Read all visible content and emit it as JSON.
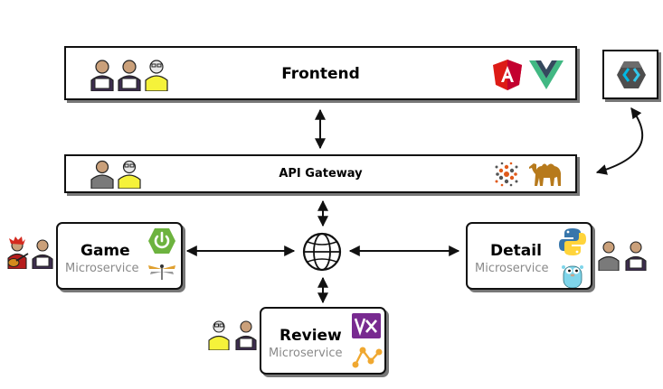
{
  "frontend": {
    "title": "Frontend",
    "icons": [
      "angular-icon",
      "vue-icon"
    ]
  },
  "gateway": {
    "title": "API Gateway",
    "icons": [
      "cluster-icon",
      "camel-icon"
    ]
  },
  "auth": {
    "icon": "keycloak-icon"
  },
  "hub": {
    "icon": "globe-icon"
  },
  "services": {
    "game": {
      "title": "Game",
      "subtitle": "Microservice",
      "icons": [
        "spring-boot-icon",
        "dragonfly-icon"
      ]
    },
    "detail": {
      "title": "Detail",
      "subtitle": "Microservice",
      "icons": [
        "python-icon",
        "go-gopher-icon"
      ]
    },
    "review": {
      "title": "Review",
      "subtitle": "Microservice",
      "icons": [
        "vertx-icon",
        "graph-icon"
      ]
    }
  },
  "colors": {
    "border": "#111111",
    "shadow": "#777777",
    "subtitle": "#8a8a8a",
    "person_purple": "#3d2d4f",
    "person_yellow": "#f5f23a",
    "person_gray": "#7a7a7a",
    "angular": "#dd1b16",
    "vue_green": "#41b883",
    "vue_dark": "#35495e",
    "spring": "#6db33f",
    "vertx": "#782a90",
    "graph": "#f0a830",
    "camel": "#b77a1c",
    "keycloak": "#4d4d4d"
  }
}
